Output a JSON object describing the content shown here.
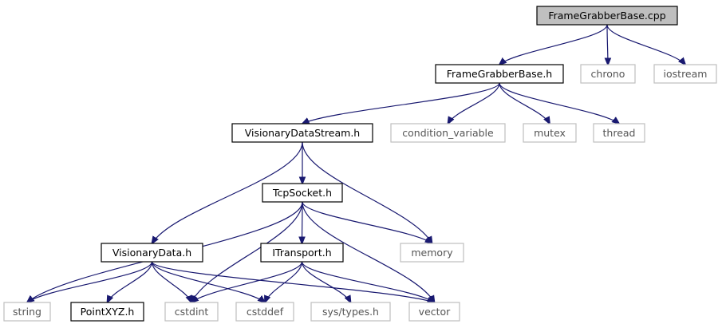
{
  "colors": {
    "edge": "#191970",
    "root_fill": "#bfbfbf",
    "local_border": "#000000",
    "system_border": "#bfbfbf",
    "system_text": "#555555"
  },
  "nodes": {
    "root": {
      "label": "FrameGrabberBase.cpp",
      "kind": "root"
    },
    "framegrabberbase_h": {
      "label": "FrameGrabberBase.h",
      "kind": "local"
    },
    "chrono": {
      "label": "chrono",
      "kind": "system"
    },
    "iostream": {
      "label": "iostream",
      "kind": "system"
    },
    "visionarydatastream_h": {
      "label": "VisionaryDataStream.h",
      "kind": "local"
    },
    "condition_variable": {
      "label": "condition_variable",
      "kind": "system"
    },
    "mutex": {
      "label": "mutex",
      "kind": "system"
    },
    "thread": {
      "label": "thread",
      "kind": "system"
    },
    "tcpsocket_h": {
      "label": "TcpSocket.h",
      "kind": "local"
    },
    "visionarydata_h": {
      "label": "VisionaryData.h",
      "kind": "local"
    },
    "itransport_h": {
      "label": "ITransport.h",
      "kind": "local"
    },
    "memory": {
      "label": "memory",
      "kind": "system"
    },
    "string": {
      "label": "string",
      "kind": "system"
    },
    "pointxyz_h": {
      "label": "PointXYZ.h",
      "kind": "local"
    },
    "cstdint": {
      "label": "cstdint",
      "kind": "system"
    },
    "cstddef": {
      "label": "cstddef",
      "kind": "system"
    },
    "sys_types_h": {
      "label": "sys/types.h",
      "kind": "system"
    },
    "vector": {
      "label": "vector",
      "kind": "system"
    }
  },
  "edges": [
    [
      "root",
      "framegrabberbase_h"
    ],
    [
      "root",
      "chrono"
    ],
    [
      "root",
      "iostream"
    ],
    [
      "framegrabberbase_h",
      "visionarydatastream_h"
    ],
    [
      "framegrabberbase_h",
      "condition_variable"
    ],
    [
      "framegrabberbase_h",
      "mutex"
    ],
    [
      "framegrabberbase_h",
      "thread"
    ],
    [
      "visionarydatastream_h",
      "tcpsocket_h"
    ],
    [
      "visionarydatastream_h",
      "visionarydata_h"
    ],
    [
      "visionarydatastream_h",
      "memory"
    ],
    [
      "tcpsocket_h",
      "string"
    ],
    [
      "tcpsocket_h",
      "cstdint"
    ],
    [
      "tcpsocket_h",
      "itransport_h"
    ],
    [
      "tcpsocket_h",
      "memory"
    ],
    [
      "tcpsocket_h",
      "vector"
    ],
    [
      "visionarydata_h",
      "string"
    ],
    [
      "visionarydata_h",
      "pointxyz_h"
    ],
    [
      "visionarydata_h",
      "cstdint"
    ],
    [
      "visionarydata_h",
      "cstddef"
    ],
    [
      "visionarydata_h",
      "vector"
    ],
    [
      "itransport_h",
      "cstdint"
    ],
    [
      "itransport_h",
      "cstddef"
    ],
    [
      "itransport_h",
      "sys_types_h"
    ],
    [
      "itransport_h",
      "vector"
    ]
  ]
}
